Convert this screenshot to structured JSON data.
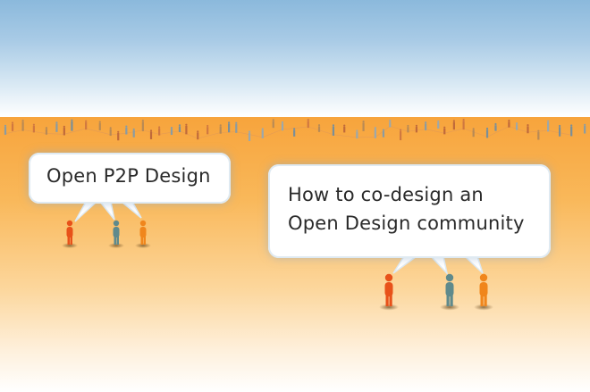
{
  "bubbles": {
    "left_text": "Open P2P Design",
    "right_line1": "How to co-design an",
    "right_line2": "Open Design community"
  },
  "colors": {
    "sky_top": "#8bb9dc",
    "ground_orange": "#f7a43c",
    "figure_red": "#e8521a",
    "figure_teal": "#5f8a8c",
    "figure_orange": "#f0861c"
  }
}
